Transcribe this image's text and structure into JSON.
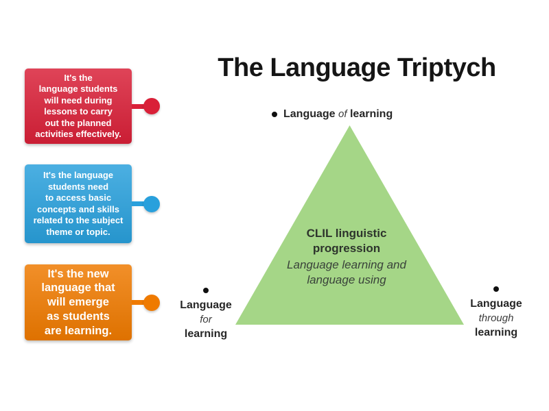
{
  "title": "The Language Triptych",
  "answer_boxes": [
    {
      "name": "language-of-learning-definition",
      "color": "#d92038",
      "text": "It's the\nlanguage students\nwill need during\nlessons to carry\nout the planned\nactivities effectively."
    },
    {
      "name": "language-for-learning-definition",
      "color": "#29a0dc",
      "text": "It's the language\nstudents need\nto access basic\nconcepts and skills\nrelated to the subject\ntheme or topic."
    },
    {
      "name": "language-through-learning-definition",
      "color": "#ef7a00",
      "text": "It's the new\nlanguage that\nwill emerge\nas students\nare learning."
    }
  ],
  "triangle": {
    "fill": "#a5d687",
    "heading": "CLIL linguistic\nprogression",
    "subheading": "Language learning and\nlanguage using"
  },
  "labels": {
    "top": {
      "first": "Language",
      "middle": "of",
      "last": "learning"
    },
    "bottom_left": {
      "first": "Language",
      "middle": "for",
      "last": "learning"
    },
    "bottom_right": {
      "first": "Language",
      "middle": "through",
      "last": "learning"
    }
  }
}
